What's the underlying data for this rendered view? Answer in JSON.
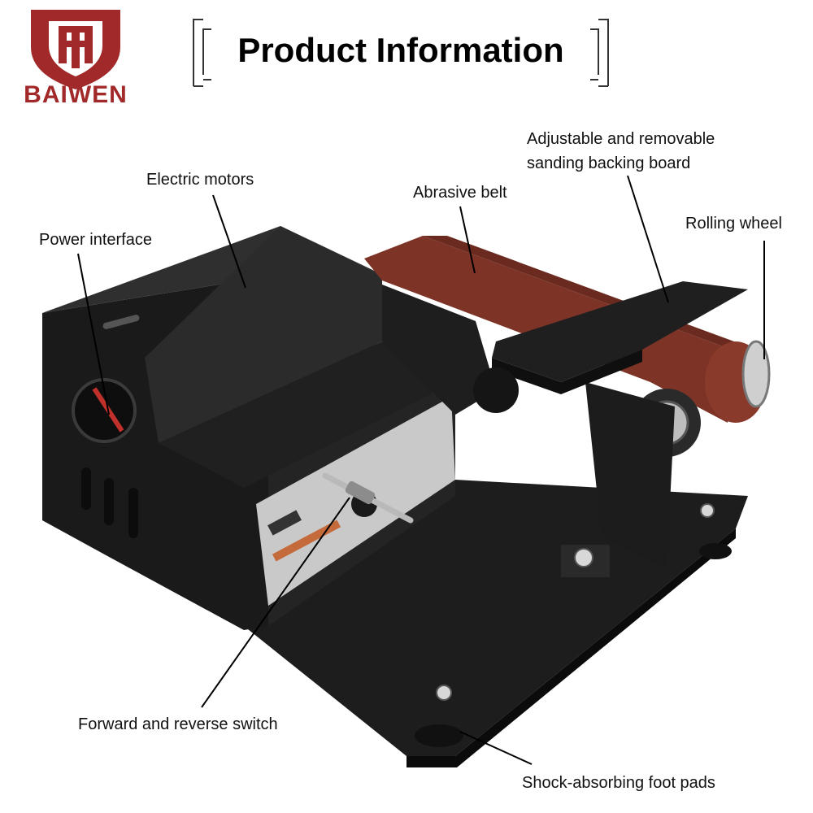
{
  "brand": {
    "name": "BAIWEN",
    "color": "#a2292a"
  },
  "title": "Product Information",
  "callouts": {
    "electric_motors": "Electric motors",
    "power_interface": "Power interface",
    "abrasive_belt": "Abrasive belt",
    "backing_board_line1": "Adjustable and removable",
    "backing_board_line2": "sanding backing board",
    "rolling_wheel": "Rolling wheel",
    "switch": "Forward and reverse switch",
    "foot_pads": "Shock-absorbing foot pads"
  }
}
